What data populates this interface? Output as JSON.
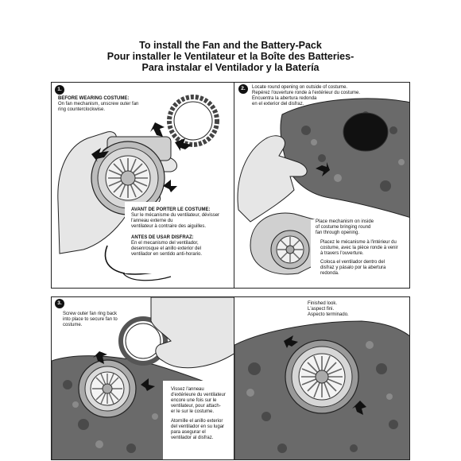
{
  "title": {
    "en": "To install the Fan and the Battery-Pack",
    "fr": "Pour installer le Ventilateur et la Boîte des Batteries-",
    "es": "Para instalar el Ventilador y la Batería"
  },
  "steps": [
    {
      "number": "1.",
      "blocks": [
        {
          "heading": "BEFORE WEARING COSTUME:",
          "lines": [
            "On fan mechanism, unscrew outer fan",
            "ring counterclockwise."
          ]
        },
        {
          "heading": "AVANT DE PORTER LE COSTUME:",
          "lines": [
            "Sur le mécanisme du ventilateur, dévisser",
            "l'anneau externe du",
            "ventilateur à contraire des aiguilles."
          ]
        },
        {
          "heading": "ANTES DE USAR DISFRAZ:",
          "lines": [
            "En el mecanismo del ventilador,",
            "desenrosque el anillo exterior del",
            "ventilador en sentido anti-horario."
          ]
        }
      ]
    },
    {
      "number": "2.",
      "blocks": [
        {
          "lines": [
            "Locate round opening on outside of costume.",
            "Repérez l'ouverture ronde à l'extérieur du costume.",
            "Encuentra la abertura redonda",
            "en el exterior del disfraz."
          ]
        },
        {
          "lines": [
            "Place mechanism on inside",
            "of costume bringing round",
            "fan through opening."
          ]
        },
        {
          "lines": [
            "Placez le mécanisme à l'intérieur du",
            "costume, avec la pièce ronde à venir",
            "à travers l'ouverture."
          ]
        },
        {
          "lines": [
            "Coloca el ventilador dentro del",
            "disfraz y pásalo por la abertura",
            "redonda."
          ]
        }
      ]
    },
    {
      "number": "3.",
      "blocks": [
        {
          "lines": [
            "Screw outer fan ring back",
            "into place to secure fan to",
            "costume."
          ]
        },
        {
          "lines": [
            "Vissez l'anneau",
            "d'extérieure du ventilateur",
            "encore une fois sur le",
            "ventilateur, pour attach-",
            "er le sur le costume."
          ]
        },
        {
          "lines": [
            "Atornille el anillo exterior",
            "del ventilador en su lugar",
            "para asegurar el",
            "ventilador al disfraz."
          ]
        }
      ]
    },
    {
      "blocks": [
        {
          "lines": [
            "Finished look.",
            "L'aspect fini.",
            "Aspecto terminado."
          ]
        }
      ]
    }
  ]
}
